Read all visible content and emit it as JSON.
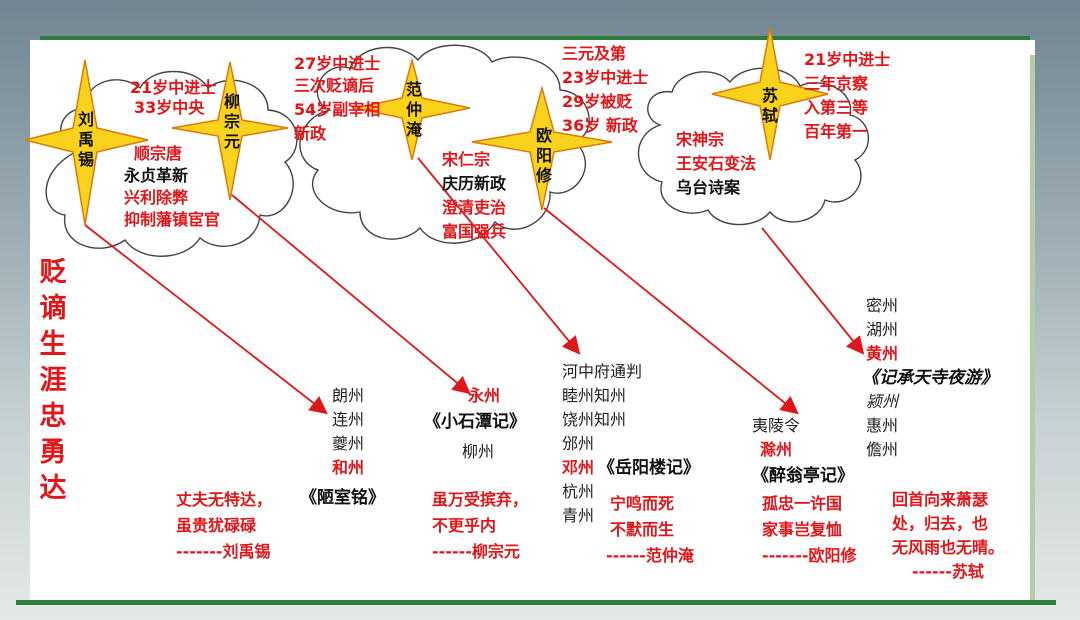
{
  "side_title": "贬谪生涯 忠 勇 达",
  "people": {
    "liu_yuxi": {
      "name": "刘禹锡",
      "career": [
        "21岁中进士",
        "33岁中央"
      ],
      "reform": [
        "顺宗唐",
        "永贞革新",
        "兴利除弊",
        "抑制藩镇宦官"
      ],
      "exiles": [
        "朗州",
        "连州",
        "夔州",
        "和州"
      ],
      "work": "《陋室铭》",
      "quote": [
        "丈夫无特达，",
        "虽贵犹碌碌"
      ],
      "signature": "-------刘禹锡"
    },
    "liu_zongyuan": {
      "name": "柳宗元",
      "exile_top": "永州",
      "work": "《小石潭记》",
      "exile_bottom": "柳州",
      "quote": [
        "虽万受摈弃，",
        "不更乎内"
      ],
      "signature": "------柳宗元"
    },
    "fan_zhongyan": {
      "name": "范仲淹",
      "career": [
        "27岁中进士",
        "三次贬谪后",
        "54岁副宰相",
        "新政"
      ],
      "reform": [
        "宋仁宗",
        "庆历新政",
        "澄清吏治",
        "富国强兵"
      ],
      "exiles": [
        "河中府通判",
        "睦州知州",
        "饶州知州",
        "邠州",
        "邓州",
        "杭州",
        "青州"
      ],
      "work": "《岳阳楼记》",
      "quote": [
        "宁鸣而死",
        "不默而生"
      ],
      "signature": "------范仲淹"
    },
    "ouyang_xiu": {
      "name": "欧阳修",
      "career": [
        "三元及第",
        "23岁中进士",
        "29岁被贬",
        "36岁 新政"
      ],
      "exiles": [
        "夷陵令",
        "滁州"
      ],
      "work": "《醉翁亭记》",
      "quote": [
        "孤忠一许国",
        "家事岂复恤"
      ],
      "signature": "-------欧阳修"
    },
    "su_shi": {
      "name": "苏轼",
      "career": [
        "21岁中进士",
        "三年京察",
        "入第三等",
        "百年第一"
      ],
      "reform": [
        "宋神宗",
        "王安石变法",
        "乌台诗案"
      ],
      "exiles_a": [
        "密州",
        "湖州",
        "黄州"
      ],
      "work": "《记承天寺夜游》",
      "exiles_b": [
        "颍州",
        "惠州",
        "儋州"
      ],
      "quote": [
        "回首向来萧瑟",
        "处，归去，也",
        "无风雨也无晴。"
      ],
      "signature": "------苏轼"
    }
  },
  "colors": {
    "red_text": "#e0171a",
    "star_fill": "#fbd21c",
    "arrow": "#e0171a",
    "green_bar": "#2f7d3a"
  }
}
